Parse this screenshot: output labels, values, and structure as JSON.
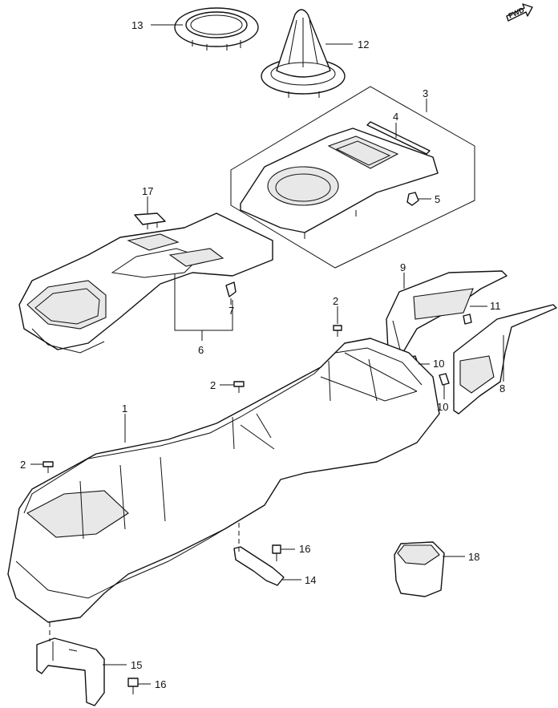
{
  "diagram": {
    "direction_indicator": "FWD",
    "callouts": [
      {
        "id": "c13",
        "label": "13"
      },
      {
        "id": "c12",
        "label": "12"
      },
      {
        "id": "c3",
        "label": "3"
      },
      {
        "id": "c4",
        "label": "4"
      },
      {
        "id": "c5",
        "label": "5"
      },
      {
        "id": "c17",
        "label": "17"
      },
      {
        "id": "c9",
        "label": "9"
      },
      {
        "id": "c7",
        "label": "7"
      },
      {
        "id": "c6",
        "label": "6"
      },
      {
        "id": "c2a",
        "label": "2"
      },
      {
        "id": "c11",
        "label": "11"
      },
      {
        "id": "c10a",
        "label": "10"
      },
      {
        "id": "c8",
        "label": "8"
      },
      {
        "id": "c2b",
        "label": "2"
      },
      {
        "id": "c10b",
        "label": "10"
      },
      {
        "id": "c1",
        "label": "1"
      },
      {
        "id": "c2c",
        "label": "2"
      },
      {
        "id": "c16a",
        "label": "16"
      },
      {
        "id": "c18",
        "label": "18"
      },
      {
        "id": "c14",
        "label": "14"
      },
      {
        "id": "c15",
        "label": "15"
      },
      {
        "id": "c16b",
        "label": "16"
      }
    ]
  }
}
